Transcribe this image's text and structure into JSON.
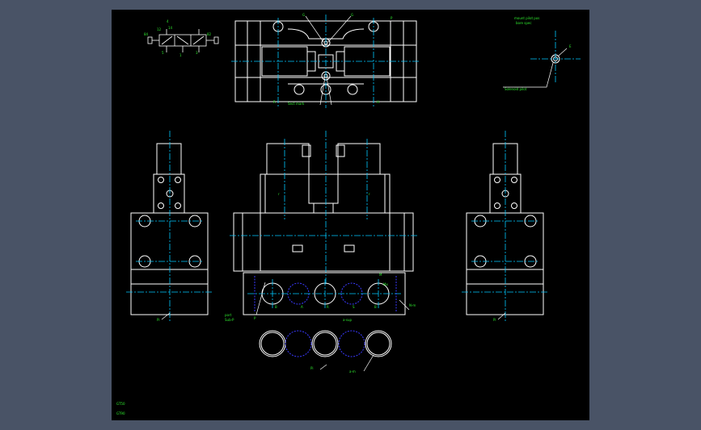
{
  "labels": {
    "top_left_1": "4",
    "top_left_2": "12",
    "top_left_3": "14",
    "top_left_4": "82",
    "top_left_5": "84",
    "top_left_6": "5",
    "top_left_7": "1",
    "top_left_8": "3",
    "top_center_1": "G",
    "top_center_2": "G",
    "top_center_3": "P",
    "top_center_4": "R",
    "top_center_5": "H",
    "top_center_bottom": "Sect mark",
    "top_right_1": "mount pilot pos",
    "top_right_2": "bore spec",
    "top_right_3": "E",
    "top_right_4": "Solenoid pilot",
    "front_1": "r",
    "front_2": "r",
    "left_leader": "Pi",
    "right_leader": "Pi",
    "ports_1": "port",
    "ports_2": "Sub-P",
    "ports_3": "P",
    "ports_4": "B",
    "ports_5": "A",
    "ports_6": "R",
    "ports_7": "S",
    "ports_8": "M",
    "ports_9": "N-m",
    "ports_10": "B",
    "ports_11": "Mx",
    "ports_bottom": "a-sup",
    "rings_1": "Pi",
    "rings_2": "a-m",
    "bottom_left_1": "GT50",
    "bottom_left_2": "GT90"
  }
}
